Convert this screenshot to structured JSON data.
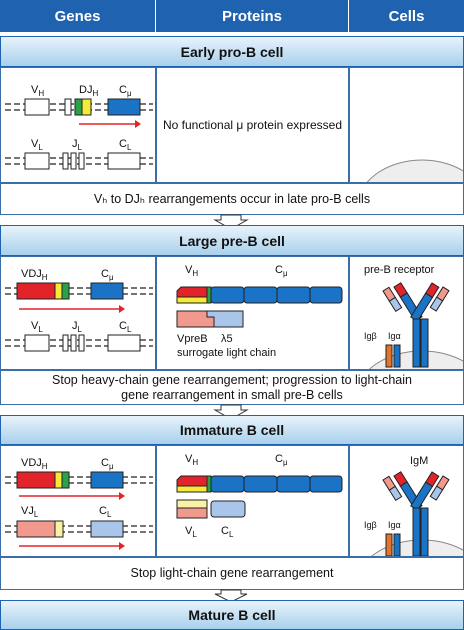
{
  "header": {
    "genes": "Genes",
    "proteins": "Proteins",
    "cells": "Cells"
  },
  "stages": {
    "early": {
      "title": "Early pro-B cell",
      "protein_text": "No functional μ protein expressed",
      "note": "Vₕ to DJₕ rearrangements occur in late pro-B cells"
    },
    "large": {
      "title": "Large pre-B cell",
      "surrogate": "surrogate light chain",
      "receptor": "pre-B receptor",
      "note_line1": "Stop heavy-chain gene rearrangement; progression to light-chain",
      "note_line2": "gene rearrangement in small pre-B cells"
    },
    "immature": {
      "title": "Immature B cell",
      "receptor": "IgM",
      "note": "Stop light-chain gene rearrangement"
    },
    "mature": {
      "title": "Mature B cell"
    }
  },
  "gene_labels": {
    "vh": "V",
    "vh_sub": "H",
    "djh": "DJ",
    "djh_sub": "H",
    "cmu": "C",
    "cmu_sub": "μ",
    "vl": "V",
    "vl_sub": "L",
    "jl": "J",
    "jl_sub": "L",
    "cl": "C",
    "cl_sub": "L",
    "vdjh": "VDJ",
    "vdjh_sub": "H",
    "vjl": "VJ",
    "vjl_sub": "L"
  },
  "protein_labels": {
    "vpreb": "VpreB",
    "lambda5": "λ5",
    "igb": "Igβ",
    "iga": "Igα"
  },
  "colors": {
    "header": "#1f62b0",
    "constant_heavy": "#1a73c4",
    "variable_red": "#e3232a",
    "yellow": "#f4ea3a",
    "green": "#2ba24a",
    "light_constant": "#a9c6ea",
    "vl_pink": "#f2998d",
    "orange": "#e2742c"
  }
}
